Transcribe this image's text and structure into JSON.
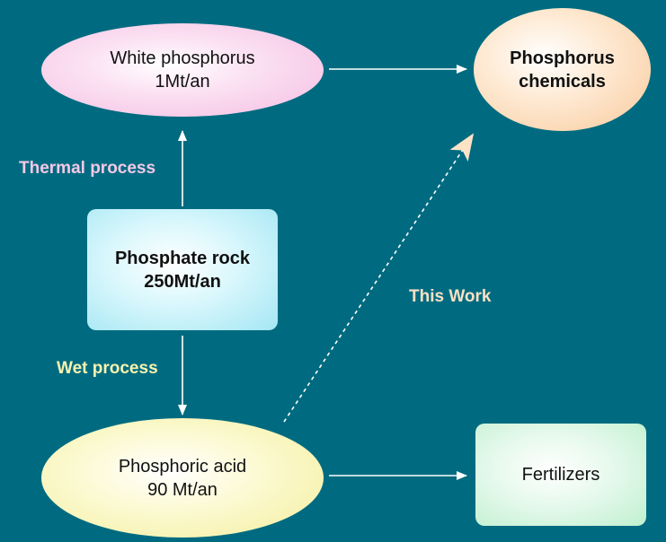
{
  "nodes": {
    "white_phosphorus": {
      "line1": "White phosphorus",
      "line2": "1Mt/an"
    },
    "phosphorus_chemicals": {
      "line1": "Phosphorus",
      "line2": "chemicals"
    },
    "phosphate_rock": {
      "line1": "Phosphate rock",
      "line2": "250Mt/an"
    },
    "phosphoric_acid": {
      "line1": "Phosphoric acid",
      "line2": "90 Mt/an"
    },
    "fertilizers": {
      "line1": "Fertilizers"
    }
  },
  "edge_labels": {
    "thermal": "Thermal process",
    "wet": "Wet process",
    "this_work": "This Work"
  },
  "colors": {
    "background": "#006b80",
    "white_phosphorus_fill": "#fad4ee",
    "phosphorus_chemicals_fill": "#fde0c2",
    "phosphate_rock_fill": "#c6f2fa",
    "phosphoric_acid_fill": "#fbf8c4",
    "fertilizers_fill": "#dcf7e4",
    "thermal_label": "#f5c8e6",
    "wet_label": "#f7f2b0",
    "this_work_label": "#fbe0c4"
  }
}
